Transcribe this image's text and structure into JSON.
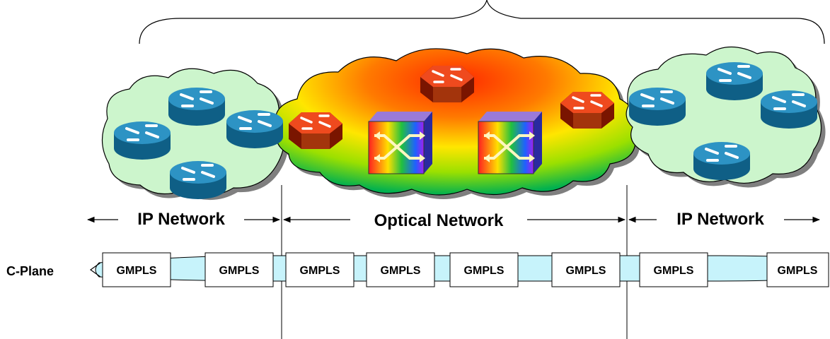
{
  "segments": {
    "left_ip": "IP Network",
    "optical": "Optical Network",
    "right_ip": "IP Network"
  },
  "control_plane": {
    "label": "C-Plane",
    "boxes": [
      "GMPLS",
      "GMPLS",
      "GMPLS",
      "GMPLS",
      "GMPLS",
      "GMPLS",
      "GMPLS",
      "GMPLS"
    ]
  },
  "icons": {
    "ip_router": "router-icon",
    "optical_router": "optical-router-icon",
    "optical_switch": "optical-crossconnect-icon"
  },
  "colors": {
    "ip_cloud": "#ccf5cc",
    "router_blue": "#1e86b4",
    "router_red": "#e8401c",
    "pipe": "#c7f3fb"
  }
}
